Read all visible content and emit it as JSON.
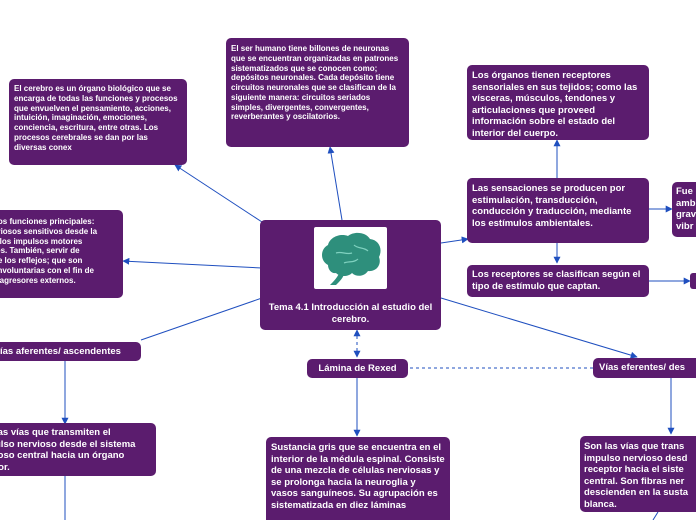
{
  "colors": {
    "node_bg": "#5b1c6e",
    "node_text": "#ffffff",
    "link": "#1f4fbf",
    "canvas": "#ffffff",
    "brain": "#2e8f7c"
  },
  "icons": {
    "central": "brain-icon"
  },
  "central": {
    "title": "Tema 4.1 Introducción al estudio del cerebro."
  },
  "nodes": {
    "cerebro_def": "El cerebro es un órgano biológico que se encarga de todas las funciones y procesos que envuelven el pensamiento, acciones, intuición, imaginación, emociones, conciencia, escritura, entre otras. Los procesos cerebrales se dan por las diversas conex",
    "neuronas": "El ser humano tiene billones de neuronas que se encuentran organizadas en patrones sistematizados que se conocen como; depósitos neuronales. Cada depósito tiene circuitos neuronales que se clasifican de la siguiente manera: circuitos seriados simples, divergentes, convergentes, reverberantes y oscilatorios.",
    "funciones": "dos funciones principales:\nrviosos sensitivos desde la\ny los impulsos motores\nres. También, servir de\nde los reflejos; que son\n involuntarias con el fin de\ne agresores externos.",
    "receptores_organos": "Los órganos tienen receptores sensoriales en sus tejidos; como las vísceras, músculos, tendones y articulaciones que proveed información sobre el estado del interior del cuerpo.",
    "sensaciones": "Las sensaciones se producen por estimulación, transducción, conducción y traducción, mediante los estímulos ambientales.",
    "fuerza": "Fue\namb\ngrav\nvibr",
    "receptores_clasif": "Los receptores se clasifican según el tipo de estímulo que captan.",
    "vias_aferentes": "ías aferentes/ ascendentes",
    "lamina": "Lámina de Rexed",
    "vias_eferentes": "Vías eferentes/ des",
    "aferentes_def": "las vías que transmiten el\nulso nervioso desde el sistema\nioso central hacia un órgano\ntor.",
    "sustancia_gris": "Sustancia gris que se encuentra en el interior de la médula espinal. Consiste de una mezcla de células nerviosas y se prolonga hacia la neuroglia y vasos sanguíneos. Su agrupación es sistematizada  en diez láminas",
    "eferentes_def": "Son las vías que trans\nimpulso nervioso desd\nreceptor hacia el siste\ncentral. Son fibras ner\ndescienden en la susta\nblanca."
  }
}
